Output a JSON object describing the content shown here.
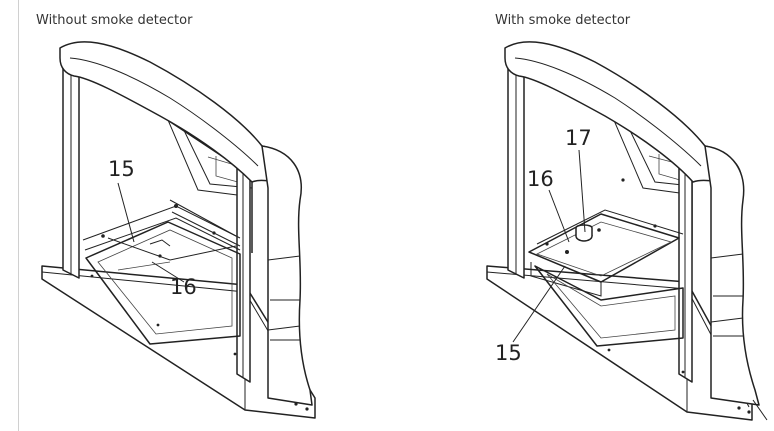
{
  "captions": {
    "left": "Without smoke detector",
    "right": "With smoke detector"
  },
  "callouts": {
    "left": {
      "bottom_plate": "15",
      "front_plate": "16"
    },
    "right": {
      "bottom_plate": "15",
      "front_plate": "16",
      "smoke_detector": "17"
    }
  }
}
